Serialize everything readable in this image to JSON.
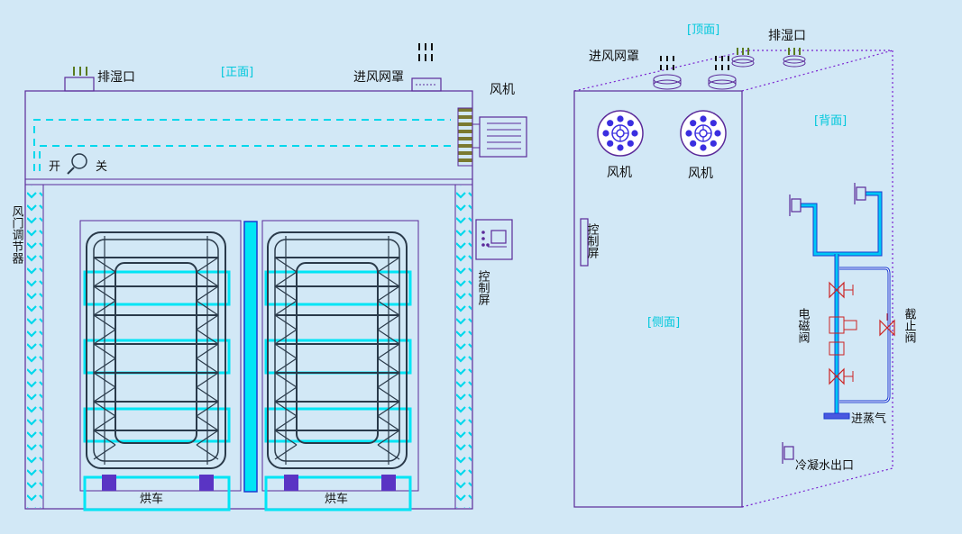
{
  "front": {
    "view_label": "[正面]",
    "exhaust_port": "排湿口",
    "intake_hood": "进风网罩",
    "fan": "风机",
    "switch_open": "开",
    "switch_close": "关",
    "damper": "风门调节器",
    "control_screen": "控制屏",
    "cart_left": "烘车",
    "cart_right": "烘车"
  },
  "side": {
    "top_label": "[顶面]",
    "back_label": "[背面]",
    "side_label": "[侧面]",
    "intake_hood": "进风网罩",
    "exhaust_port": "排湿口",
    "fan_left": "风机",
    "fan_right": "风机",
    "control_screen": "控制屏",
    "solenoid_valve": "电磁阀",
    "stop_valve": "截止阀",
    "steam_inlet": "进蒸气",
    "condensate_outlet": "冷凝水出口"
  },
  "colors": {
    "background": "#d2e8f6",
    "outline": "#5b2a9a",
    "cyan": "#00e5f5",
    "dark": "#2a3a4a",
    "valve": "#cc2222",
    "fan": "#3a2ee0",
    "view_label": "#00c8dc"
  }
}
